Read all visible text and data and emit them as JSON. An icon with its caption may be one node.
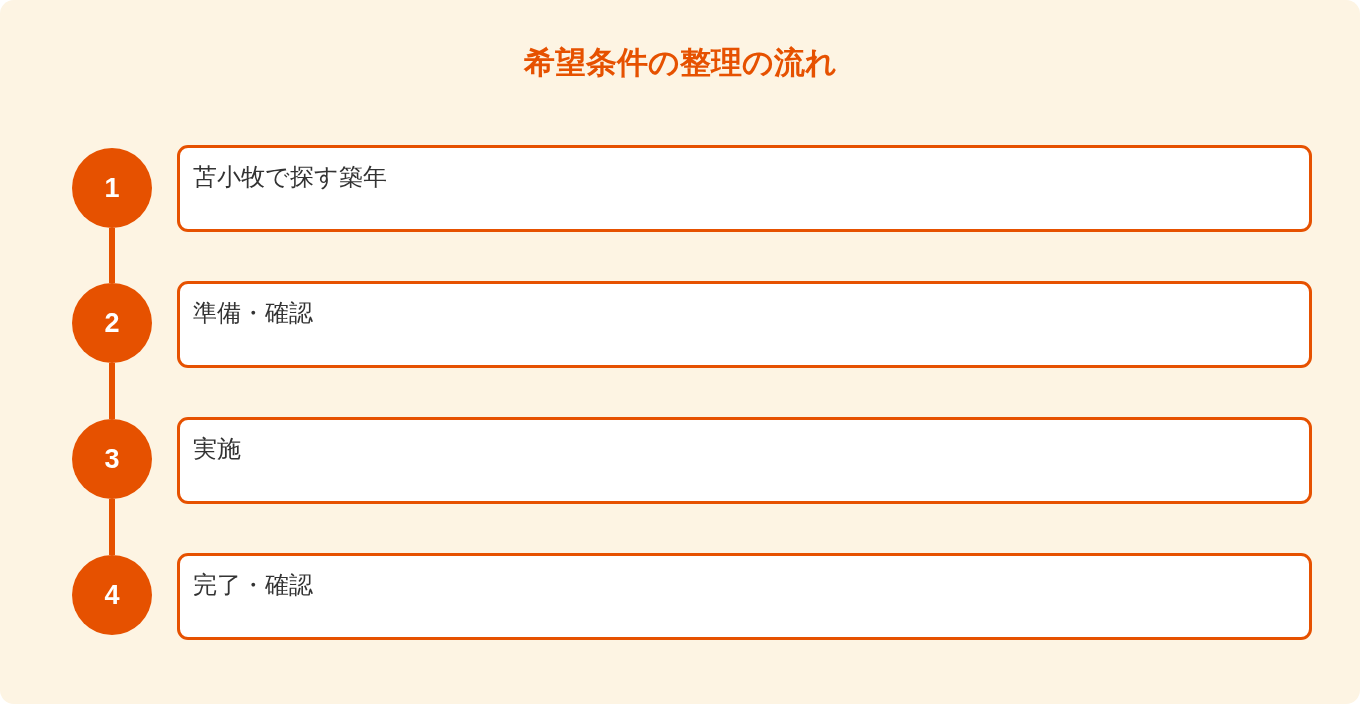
{
  "diagram": {
    "title": "希望条件の整理の流れ",
    "nodes": [
      {
        "text": [
          "1"
        ]
      },
      {
        "text": [
          "苫小牧で探す築年"
        ]
      },
      {
        "text": [
          "2"
        ]
      },
      {
        "text": [
          "準備・確認"
        ]
      },
      {
        "text": [
          "3"
        ]
      },
      {
        "text": [
          "実施"
        ]
      },
      {
        "text": [
          "4"
        ]
      },
      {
        "text": [
          "完了・確認"
        ]
      }
    ],
    "edges": [
      {
        "from": 0,
        "to": 2,
        "arrow": "none"
      },
      {
        "from": 2,
        "to": 4,
        "arrow": "none"
      },
      {
        "from": 4,
        "to": 6,
        "arrow": "none"
      }
    ]
  }
}
